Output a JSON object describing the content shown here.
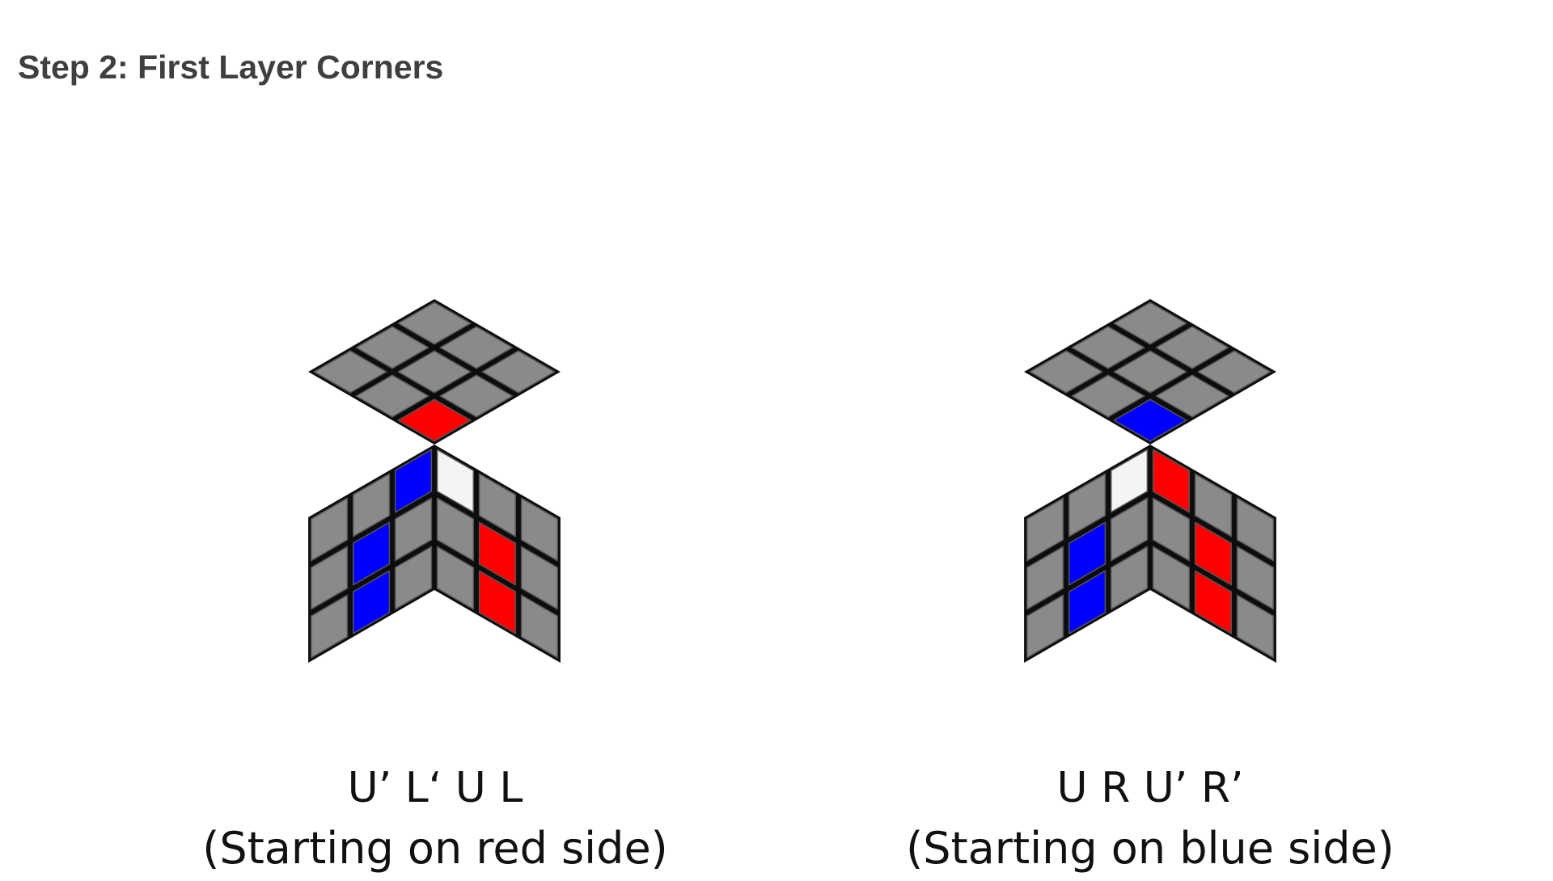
{
  "title": "Step 2: First Layer Corners",
  "colors": {
    "gray": "#8a8a8a",
    "red": "#ff0000",
    "blue": "#0000ff",
    "white": "#f4f4f4",
    "edge": "#0d0d0d"
  },
  "cubes": [
    {
      "moves": "U’ L‘ U L",
      "note": "(Starting on red side)",
      "top": [
        "gray",
        "gray",
        "gray",
        "gray",
        "gray",
        "gray",
        "gray",
        "gray",
        "red"
      ],
      "left": [
        "gray",
        "gray",
        "blue",
        "gray",
        "blue",
        "gray",
        "gray",
        "blue",
        "gray"
      ],
      "right": [
        "white",
        "gray",
        "gray",
        "gray",
        "red",
        "gray",
        "gray",
        "red",
        "gray"
      ]
    },
    {
      "moves": "U R U’ R’",
      "note": "(Starting on blue side)",
      "top": [
        "gray",
        "gray",
        "gray",
        "gray",
        "gray",
        "gray",
        "gray",
        "gray",
        "blue"
      ],
      "left": [
        "gray",
        "gray",
        "white",
        "gray",
        "blue",
        "gray",
        "gray",
        "blue",
        "gray"
      ],
      "right": [
        "red",
        "gray",
        "gray",
        "gray",
        "red",
        "gray",
        "gray",
        "red",
        "gray"
      ]
    }
  ]
}
